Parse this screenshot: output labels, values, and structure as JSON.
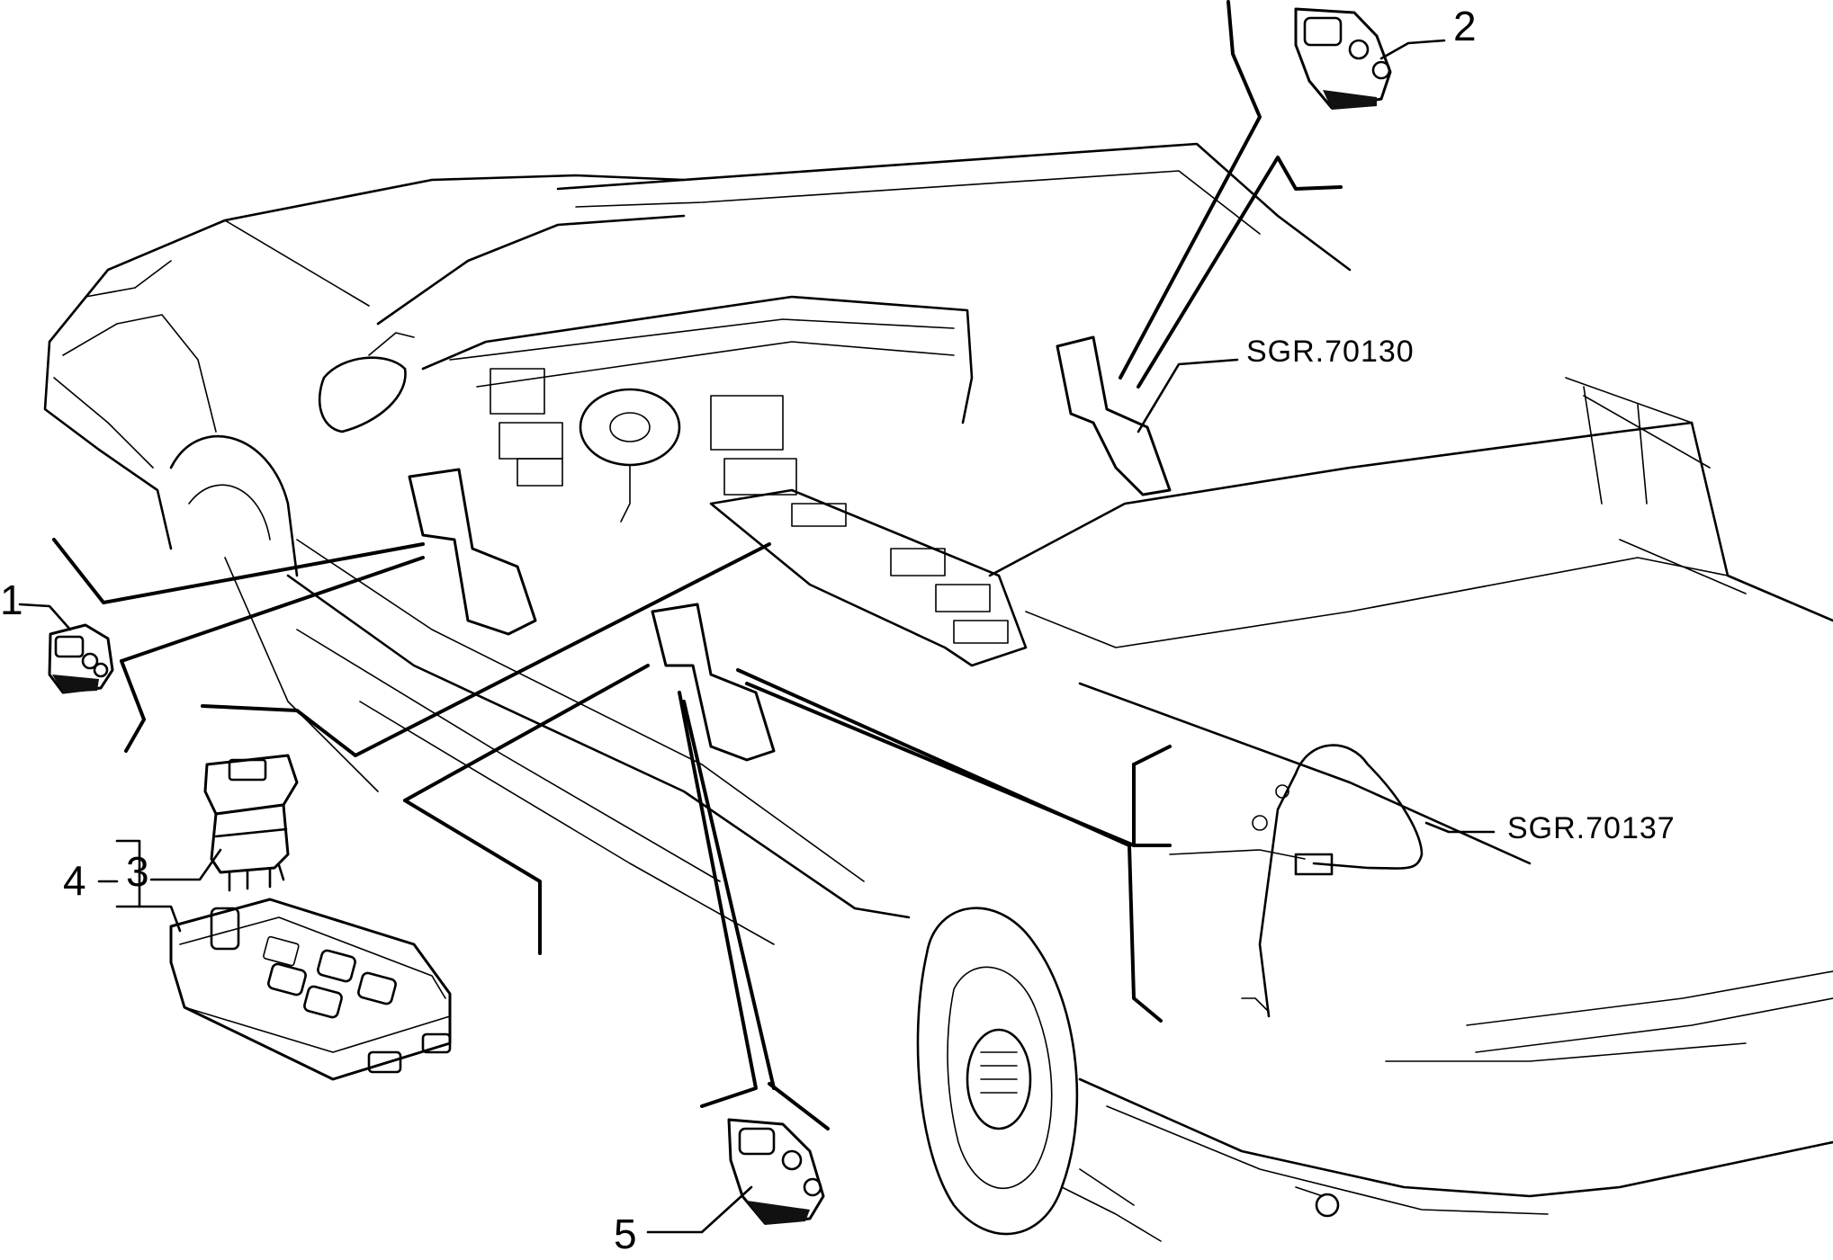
{
  "callouts": {
    "c1": "1",
    "c2": "2",
    "c3": "3",
    "c4": "4",
    "c5": "5",
    "ref_a": "SGR.70130",
    "ref_b": "SGR.70137"
  },
  "colors": {
    "line": "#000000",
    "background": "#ffffff"
  }
}
